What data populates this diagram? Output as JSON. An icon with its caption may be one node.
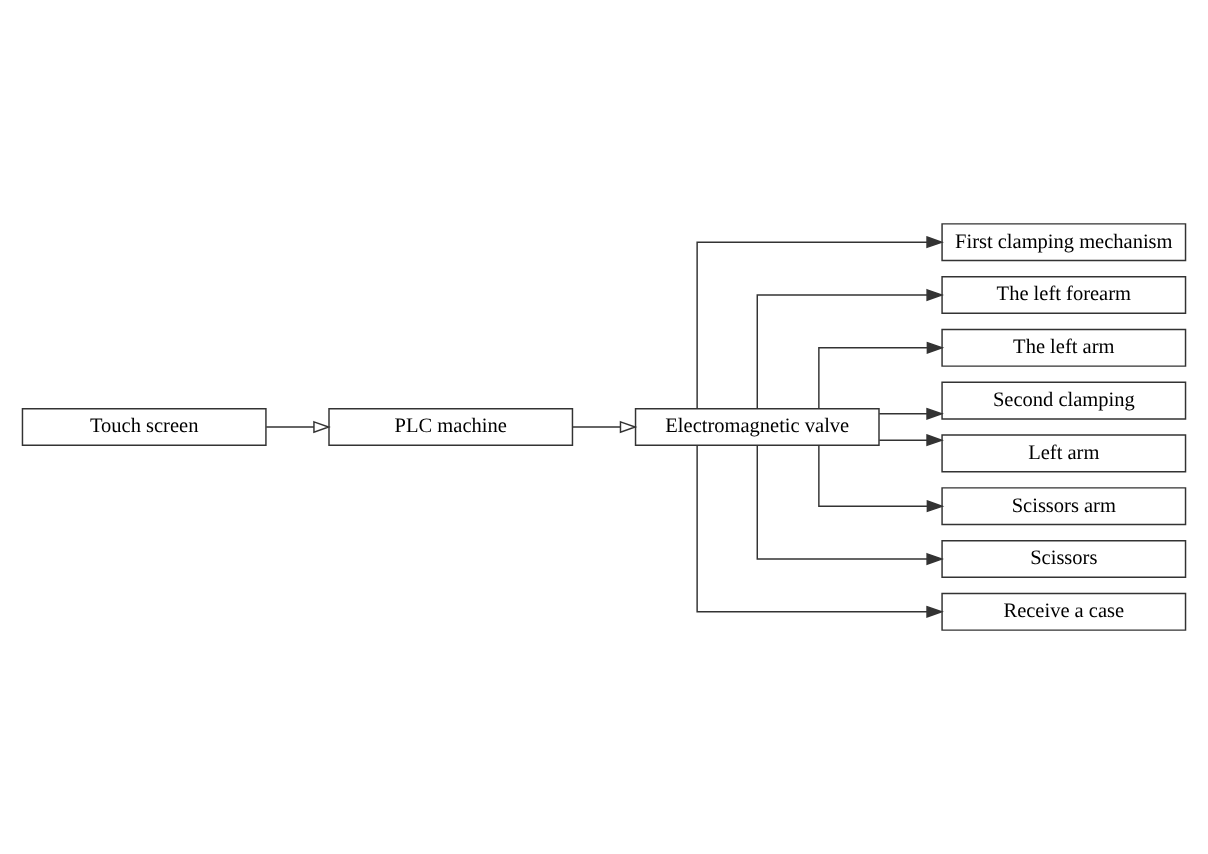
{
  "diagram": {
    "nodes": [
      {
        "text": [
          "Touch screen"
        ]
      },
      {
        "text": [
          "PLC machine"
        ]
      },
      {
        "text": [
          "Electromagnetic valve"
        ]
      },
      {
        "text": [
          "First clamping mechanism"
        ]
      },
      {
        "text": [
          "The left forearm"
        ]
      },
      {
        "text": [
          "The left arm"
        ]
      },
      {
        "text": [
          "Second clamping"
        ]
      },
      {
        "text": [
          "Left arm"
        ]
      },
      {
        "text": [
          "Scissors arm"
        ]
      },
      {
        "text": [
          "Scissors"
        ]
      },
      {
        "text": [
          "Receive a case"
        ]
      }
    ],
    "edges": [
      {
        "from": 0,
        "to": 1,
        "arrow": "to"
      },
      {
        "from": 1,
        "to": 2,
        "arrow": "to"
      },
      {
        "from": 2,
        "to": 3,
        "arrow": "to"
      },
      {
        "from": 2,
        "to": 4,
        "arrow": "to"
      },
      {
        "from": 2,
        "to": 5,
        "arrow": "to"
      },
      {
        "from": 2,
        "to": 6,
        "arrow": "to"
      },
      {
        "from": 2,
        "to": 7,
        "arrow": "to"
      },
      {
        "from": 2,
        "to": 8,
        "arrow": "to"
      },
      {
        "from": 2,
        "to": 9,
        "arrow": "to"
      },
      {
        "from": 2,
        "to": 10,
        "arrow": "to"
      }
    ]
  }
}
